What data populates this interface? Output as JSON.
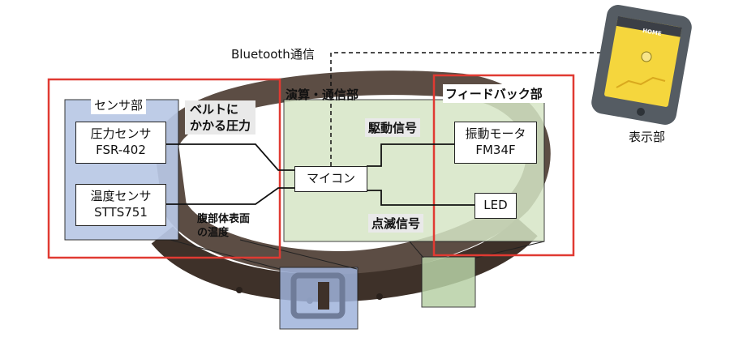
{
  "labels": {
    "bluetooth": "Bluetooth通信",
    "sensor_section": "センサ部",
    "compute_section": "演算・通信部",
    "feedback_section": "フィードバック部",
    "display": "表示部",
    "belt_pressure_line1": "ベルトに",
    "belt_pressure_line2": "かかる圧力",
    "abdomen_temp_line1": "腹部体表面",
    "abdomen_temp_line2": "の温度",
    "drive_signal": "駆動信号",
    "blink_signal": "点滅信号"
  },
  "boxes": {
    "pressure_sensor": {
      "line1": "圧力センサ",
      "line2": "FSR-402"
    },
    "temp_sensor": {
      "line1": "温度センサ",
      "line2": "STTS751"
    },
    "microcontroller": "マイコン",
    "vibration_motor": {
      "line1": "振動モータ",
      "line2": "FM34F"
    },
    "led": "LED"
  },
  "phone": {
    "header": "HOME"
  },
  "colors": {
    "sensor_fill": "#b9c8e6",
    "compute_fill": "#d6e6c6",
    "frame_red": "#e03a32",
    "belt": "#4a3a30",
    "phone_screen": "#f5d63d"
  }
}
